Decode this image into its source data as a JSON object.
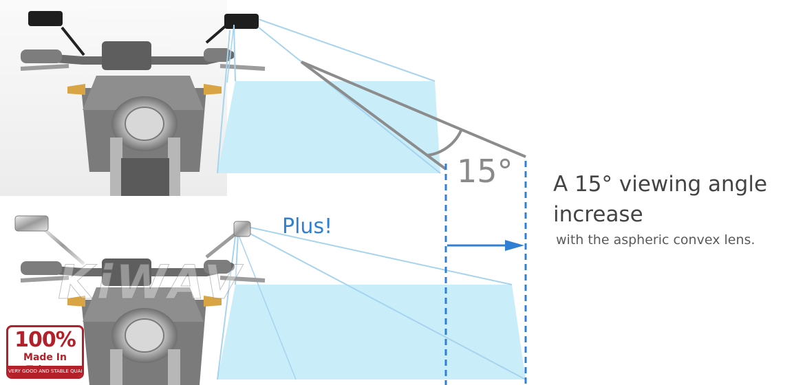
{
  "headline": "A 15° viewing angle increase",
  "subline": "with the aspheric convex lens.",
  "angle_label": "15°",
  "plus_label": "Plus!",
  "watermark": "KiWAV",
  "badge": {
    "percent": "100%",
    "made_in": "Made In Taiwan",
    "strip": "VERY GOOD AND STABLE QUALITY"
  },
  "colors": {
    "accent_blue": "#2f7fd3",
    "view_fill": "#c9eefa",
    "view_line": "#a6d3ee",
    "angle_line": "#8c8c8c",
    "badge_red": "#b3202a"
  }
}
